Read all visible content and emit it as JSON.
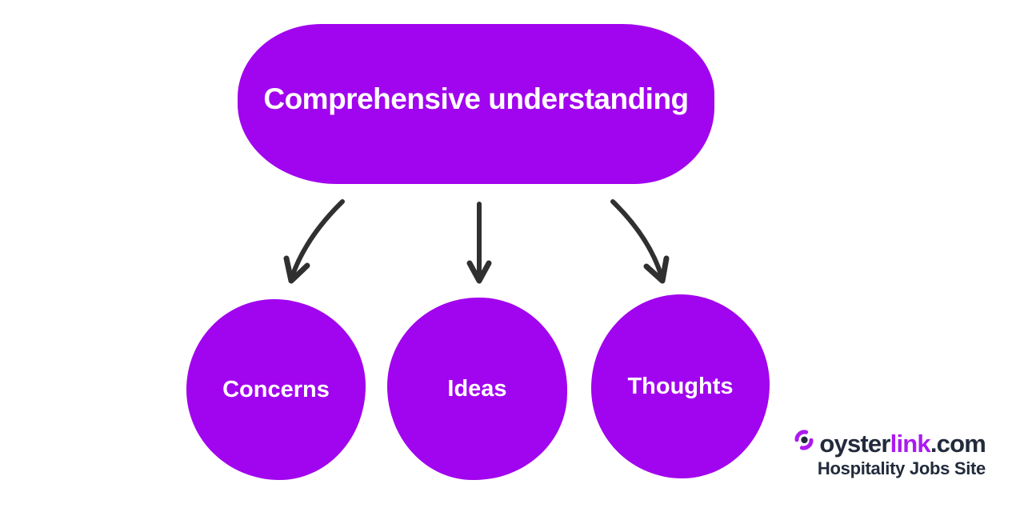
{
  "diagram": {
    "root_label": "Comprehensive understanding",
    "nodes": [
      {
        "label": "Concerns"
      },
      {
        "label": "Ideas"
      },
      {
        "label": "Thoughts"
      }
    ]
  },
  "logo": {
    "brand_primary": "oyster",
    "brand_accent": "link",
    "brand_suffix": ".com",
    "tagline": "Hospitality Jobs Site"
  },
  "colors": {
    "node_fill": "#A104EE",
    "node_text": "#FFFFFF",
    "arrow": "#303030",
    "logo_text": "#222B3C",
    "logo_accent": "#AC1AF0",
    "background": "#FFFFFF"
  },
  "icons": {
    "logo_mark": "oysterlink-pearl-icon"
  }
}
